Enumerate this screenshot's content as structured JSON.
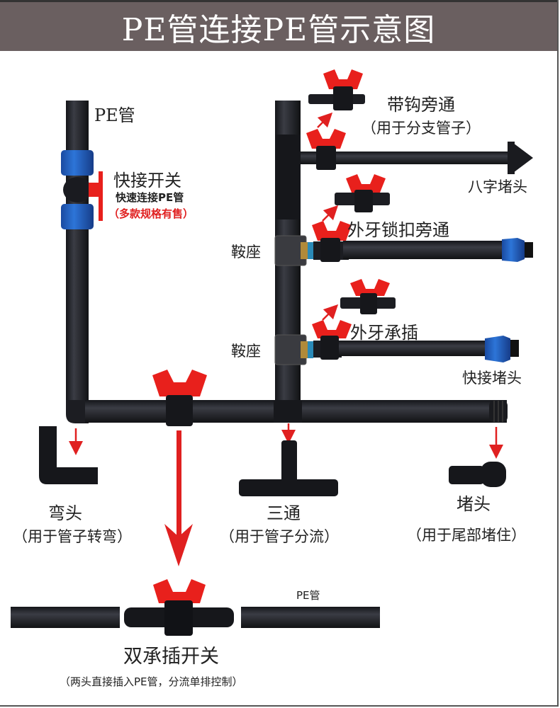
{
  "title": "PE管连接PE管示意图",
  "colors": {
    "title_bar": "#6a5f60",
    "pipe": "#1e1f24",
    "valve_red": "#e8201c",
    "quick_blue": "#1f5fc0",
    "arrow_red": "#e02020"
  },
  "labels": {
    "pe_pipe_top": "PE管",
    "quick_switch": "快接开关",
    "quick_switch_sub": "快速连接PE管",
    "quick_switch_note": "（多款规格有售）",
    "hook_bypass": "带钩旁通",
    "hook_bypass_sub": "（用于分支管子）",
    "figure8_plug": "八字堵头",
    "male_lock_bypass": "外牙锁扣旁通",
    "saddle_1": "鞍座",
    "male_socket": "外牙承插",
    "saddle_2": "鞍座",
    "quick_plug": "快接堵头",
    "elbow": "弯头",
    "elbow_sub": "（用于管子转弯）",
    "tee": "三通",
    "tee_sub": "（用于管子分流）",
    "end_plug": "堵头",
    "end_plug_sub": "（用于尾部堵住）",
    "pe_pipe_bottom": "PE管",
    "double_socket_switch": "双承插开关",
    "double_socket_switch_sub": "（两头直接插入PE管，分流单排控制）"
  },
  "icons": [
    "pipe",
    "quick-connector-valve",
    "hook-bypass-valve",
    "figure8-plug",
    "male-lock-bypass-valve",
    "saddle",
    "male-socket-valve",
    "quick-plug",
    "elbow",
    "tee",
    "end-plug",
    "double-socket-valve",
    "arrow"
  ]
}
